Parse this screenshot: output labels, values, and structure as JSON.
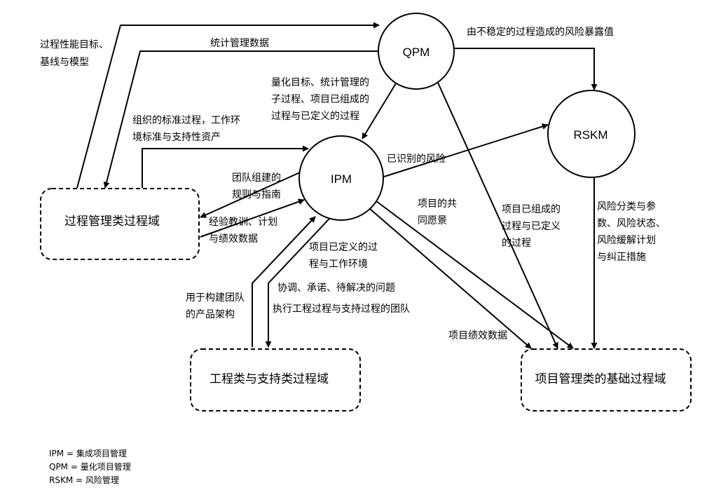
{
  "nodes": {
    "qpm": "QPM",
    "rskm": "RSKM",
    "ipm": "IPM"
  },
  "domains": {
    "process_mgmt": "过程管理类过程域",
    "engineering": "工程类与支持类过程域",
    "project_mgmt_basic": "项目管理类的基础过程域"
  },
  "labels": {
    "perf_goals_1": "过程性能目标、",
    "perf_goals_2": "基线与模型",
    "stat_mgmt_data": "统计管理数据",
    "unstable_risk": "由不稳定的过程造成的风险暴露值",
    "quant_1": "量化目标、统计管理的",
    "quant_2": "子过程、项目已组成的",
    "quant_3": "过程与已定义的过程",
    "std_proc_1": "组织的标准过程，工作环",
    "std_proc_2": "境标准与支持性资产",
    "identified_risk": "已识别的风险",
    "team_rules_1": "团队组建的",
    "team_rules_2": "规则与指南",
    "lessons_1": "经验教训、计划",
    "lessons_2": "与绩效数据",
    "shared_vision_1": "项目的共",
    "shared_vision_2": "同愿景",
    "composed_1": "项目已组成的",
    "composed_2": "过程与已定义",
    "composed_3": "的过程",
    "risk_cat_1": "风险分类与参",
    "risk_cat_2": "数、风险状态、",
    "risk_cat_3": "风险缓解计划",
    "risk_cat_4": "与纠正措施",
    "defined_env_1": "项目已定义的过",
    "defined_env_2": "程与工作环境",
    "product_arch_1": "用于构建团队",
    "product_arch_2": "的产品架构",
    "coordination": "协调、承诺、待解决的问题",
    "exec_teams": "执行工程过程与支持过程的团队",
    "perf_data": "项目绩效数据"
  },
  "legend": [
    "IPM = 集成项目管理",
    "QPM = 量化项目管理",
    "RSKM = 风险管理"
  ]
}
